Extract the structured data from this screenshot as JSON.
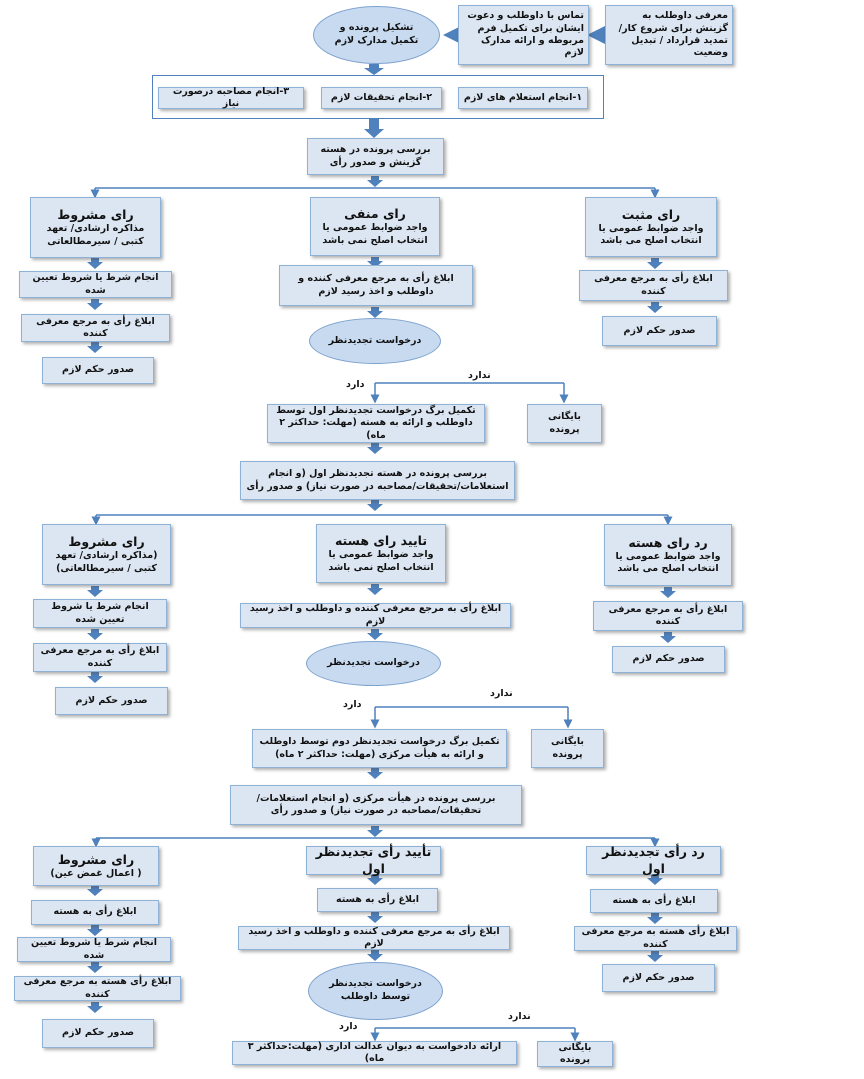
{
  "row1": {
    "box_a": "معرفی داوطلب به گزینش برای شروع کار/ تمدید قرارداد / تبدیل وضعیت",
    "box_b": "تماس با داوطلب و دعوت ایشان برای تکمیل فرم مربوطه و ارائه مدارک لازم",
    "ellipse": "تشکیل پرونده و تکمیل مدارک لازم"
  },
  "steps": {
    "s1": "۱-انجام استعلام های لازم",
    "s2": "۲-انجام تحقیقات لازم",
    "s3": "۳-انجام مصاحبه درصورت نیاز"
  },
  "review1": "بررسی پرونده در هسته گزینش و صدور رأی",
  "s1": {
    "pos_title": "رای مثبت",
    "pos_desc": "واجد ضوابط عمومی یا انتخاب اصلح می باشد",
    "neg_title": "رای منفی",
    "neg_desc": "واجد ضوابط عمومی یا انتخاب اصلح نمی باشد",
    "cond_title": "رای مشروط",
    "cond_desc": "مذاکره ارشادی/ تعهد کتبی / سیرمطالعاتی",
    "pos_notify": "ابلاغ رأی به مرجع معرفی کننده",
    "pos_issue": "صدور حکم لازم",
    "neg_notify": "ابلاغ رأی به مرجع معرفی کننده و داوطلب و اخذ رسید لازم",
    "cond_do": "انجام شرط یا شروط تعیین شده",
    "cond_notify": "ابلاغ رأی به مرجع معرفی کننده",
    "cond_issue": "صدور حکم لازم",
    "appeal": "درخواست تجدیدنظر",
    "yes": "دارد",
    "no": "ندارد",
    "archive": "بایگانی پرونده",
    "form": "تکمیل برگ درخواست تجدیدنظر اول توسط داوطلب و ارائه به هسته (مهلت: حداکثر ۲ ماه)",
    "review": "بررسی پرونده در هسته تجدیدنظر اول (و انجام استعلامات/تحقیقات/مصاحبه در صورت نیاز) و صدور رأی"
  },
  "s2": {
    "rej_title": "رد رای هسته",
    "rej_desc": "واجد ضوابط عمومی یا انتخاب اصلح می باشد",
    "conf_title": "تایید رای هسته",
    "conf_desc": "واجد ضوابط عمومی یا انتخاب اصلح نمی باشد",
    "cond_title": "رای مشروط",
    "cond_desc": "(مذاکره ارشادی/ تعهد کتبی / سیرمطالعاتی)",
    "rej_notify": "ابلاغ رأی به مرجع معرفی کننده",
    "rej_issue": "صدور حکم لازم",
    "conf_notify": "ابلاغ رأی به مرجع معرفی کننده و داوطلب و اخذ رسید لازم",
    "cond_do": "انجام شرط یا شروط تعیین شده",
    "cond_notify": "ابلاغ رأی به مرجع معرفی کننده",
    "cond_issue": "صدور حکم لازم",
    "appeal": "درخواست تجدیدنظر",
    "yes": "دارد",
    "no": "ندارد",
    "archive": "بایگانی پرونده",
    "form": "تکمیل برگ درخواست تجدیدنظر دوم توسط داوطلب و ارائه به هیأت مرکزی (مهلت: حداکثر ۲ ماه)",
    "review": "بررسی پرونده در هیأت مرکزی (و انجام استعلامات/تحقیقات/مصاحبه در صورت نیاز) و صدور رأی"
  },
  "s3": {
    "rej_title": "رد رأی تجدیدنظر اول",
    "conf_title": "تأیید رأی تجدیدنظر اول",
    "cond_title": "رای مشروط",
    "cond_desc": "( اعمال غمض عین)",
    "rej_notify1": "ابلاغ رأی به هسته",
    "rej_notify2": "ابلاغ رأی هسته به مرجع معرفی کننده",
    "rej_issue": "صدور حکم لازم",
    "conf_notify1": "ابلاغ رأی به هسته",
    "conf_notify2": "ابلاغ رأی به مرجع معرفی کننده و داوطلب و اخذ رسید لازم",
    "cond_notify1": "ابلاغ رأی به هسته",
    "cond_do": "انجام شرط یا شروط تعیین شده",
    "cond_notify2": "ابلاغ رأی هسته به مرجع معرفی کننده",
    "cond_issue": "صدور حکم لازم",
    "appeal": "درخواست تجدیدنظر توسط داوطلب",
    "yes": "دارد",
    "no": "ندارد",
    "court": "ارائه دادخواست به دیوان عدالت اداری (مهلت:حداکثر ۳ ماه)",
    "archive": "بایگانی پرونده"
  },
  "colors": {
    "box_fill": "#dce6f2",
    "box_border": "#8eb1d6",
    "arrow": "#4f81bd",
    "line": "#4f81bd"
  }
}
